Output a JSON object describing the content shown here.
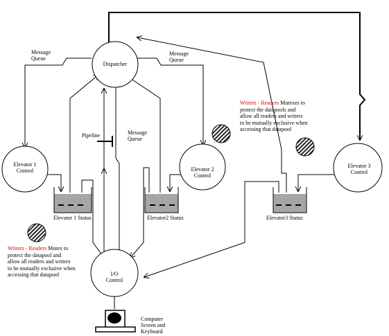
{
  "nodes": {
    "dispatcher": "Dispatcher",
    "elevator1": [
      "Elevator 1",
      "Control"
    ],
    "elevator2": [
      "Elevator  2",
      "Control"
    ],
    "elevator3": [
      "Elevator  3",
      "Control"
    ],
    "io": [
      "I/O",
      "Control"
    ]
  },
  "labels": {
    "mq_left": [
      "Message",
      "Queue"
    ],
    "mq_right": [
      "Message",
      "Queue"
    ],
    "mq_center": [
      "Message",
      "Queue"
    ],
    "pipeline": "Pipeline",
    "status1": "Elevator 1   Status",
    "status2": "Elevator2   Status",
    "status3": "Elevator3   Status",
    "computer": [
      "Computer",
      "Screen and",
      "Keyboard"
    ]
  },
  "notes": {
    "right": {
      "red": "Writers - Readers",
      "first": " Mutexes to",
      "lines": [
        "protect the datapools and",
        "allow all readers and writers",
        "to be mutually exclusive when",
        "accessing that datapool"
      ]
    },
    "left": {
      "red": "Writers - Readers",
      "first": " Mutex to",
      "lines": [
        "protect the datapool and",
        "allow all readers and writers",
        "to be mutually exclusive when",
        "accessing that datapool"
      ]
    }
  },
  "colors": {
    "line": "#000000",
    "pool_fill": "#a6a6a6",
    "accent_red": "#e00000"
  }
}
